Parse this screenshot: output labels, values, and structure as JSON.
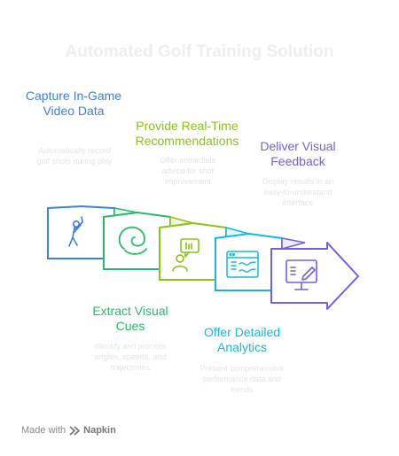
{
  "title": "Automated Golf Training Solution",
  "steps": [
    {
      "title": "Capture In-Game Video Data",
      "desc": "Automatically record golf shots during play",
      "color": "#3f7fd6",
      "icon": "golfer-icon"
    },
    {
      "title": "Extract Visual Cues",
      "desc": "Identify and process angles, speeds, and trajectories",
      "color": "#2bb96a",
      "icon": "edge-logo-icon"
    },
    {
      "title": "Provide Real-Time Recommendations",
      "desc": "Offer immediate advice for shot improvement",
      "color": "#8ac218",
      "icon": "advisor-icon"
    },
    {
      "title": "Offer Detailed Analytics",
      "desc": "Present comprehensive performance data and trends",
      "color": "#18b8d6",
      "icon": "analytics-dashboard-icon"
    },
    {
      "title": "Deliver Visual Feedback",
      "desc": "Display results in an easy-to-understand interface",
      "color": "#7a5ce0",
      "icon": "monitor-edit-icon"
    }
  ],
  "footer": {
    "made_with": "Made with",
    "brand": "Napkin"
  }
}
